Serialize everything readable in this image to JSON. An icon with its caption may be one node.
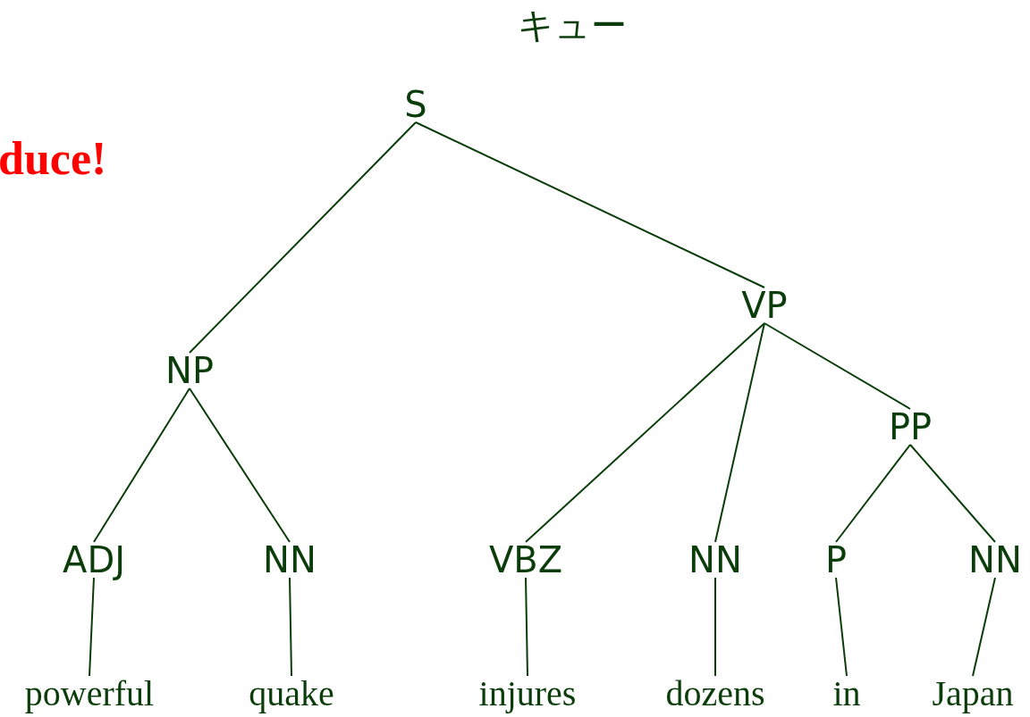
{
  "diagram": {
    "title": "キュー",
    "nodes": [
      {
        "text": [
          "S"
        ]
      },
      {
        "text": [
          "NP"
        ]
      },
      {
        "text": [
          "VP"
        ]
      },
      {
        "text": [
          "ADJ"
        ]
      },
      {
        "text": [
          "NN"
        ]
      },
      {
        "text": [
          "VBZ"
        ]
      },
      {
        "text": [
          "NN"
        ]
      },
      {
        "text": [
          "PP"
        ]
      },
      {
        "text": [
          "P"
        ]
      },
      {
        "text": [
          "NN"
        ]
      },
      {
        "text": [
          "powerful"
        ]
      },
      {
        "text": [
          "quake"
        ]
      },
      {
        "text": [
          "injures"
        ]
      },
      {
        "text": [
          "dozens"
        ]
      },
      {
        "text": [
          "in"
        ]
      },
      {
        "text": [
          "Japan"
        ]
      }
    ],
    "edges": [
      {
        "from": 0,
        "to": 1,
        "arrow": "none"
      },
      {
        "from": 0,
        "to": 2,
        "arrow": "none"
      },
      {
        "from": 1,
        "to": 3,
        "arrow": "none"
      },
      {
        "from": 1,
        "to": 4,
        "arrow": "none"
      },
      {
        "from": 2,
        "to": 5,
        "arrow": "none"
      },
      {
        "from": 2,
        "to": 6,
        "arrow": "none"
      },
      {
        "from": 2,
        "to": 7,
        "arrow": "none"
      },
      {
        "from": 7,
        "to": 8,
        "arrow": "none"
      },
      {
        "from": 7,
        "to": 9,
        "arrow": "none"
      },
      {
        "from": 3,
        "to": 10,
        "arrow": "none"
      },
      {
        "from": 4,
        "to": 11,
        "arrow": "none"
      },
      {
        "from": 5,
        "to": 12,
        "arrow": "none"
      },
      {
        "from": 6,
        "to": 13,
        "arrow": "none"
      },
      {
        "from": 8,
        "to": 14,
        "arrow": "none"
      },
      {
        "from": 9,
        "to": 15,
        "arrow": "none"
      }
    ],
    "labels": [
      "duce!"
    ]
  }
}
